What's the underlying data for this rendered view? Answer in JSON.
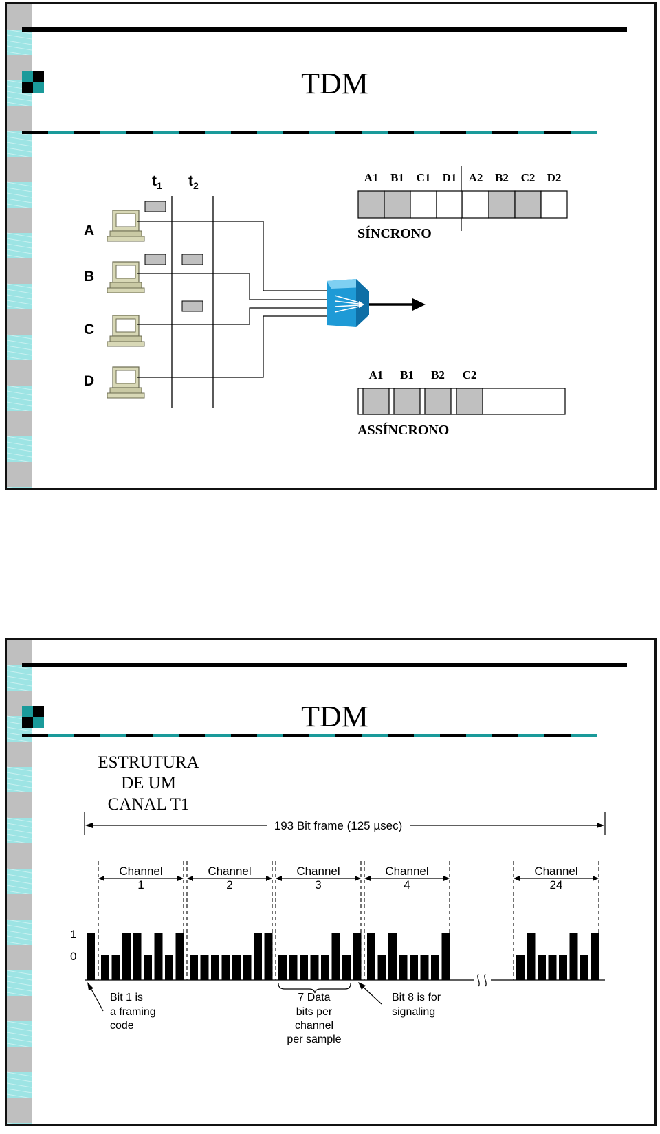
{
  "slide1": {
    "title": "TDM",
    "time_labels": [
      {
        "base": "t",
        "sub": "1"
      },
      {
        "base": "t",
        "sub": "2"
      }
    ],
    "stations": [
      "A",
      "B",
      "C",
      "D"
    ],
    "sync": {
      "slots": [
        "A1",
        "B1",
        "C1",
        "D1",
        "A2",
        "B2",
        "C2",
        "D2"
      ],
      "filled": [
        true,
        true,
        false,
        false,
        false,
        true,
        true,
        false
      ],
      "label": "SÍNCRONO"
    },
    "async": {
      "slots": [
        "A1",
        "B1",
        "B2",
        "C2"
      ],
      "label": "ASSÍNCRONO"
    },
    "colors": {
      "cell_fill": "#c0c0c0",
      "mux_blue": "#1e9ad6",
      "accent_teal": "#1a9a9a"
    },
    "icons": [
      "computer-icon",
      "multiplexer-icon",
      "arrow-right-icon",
      "slide-bullet-icon"
    ]
  },
  "slide2": {
    "title": "TDM",
    "structure_label": [
      "ESTRUTURA",
      "DE UM",
      "CANAL T1"
    ],
    "frame_label": "193 Bit frame  (125 µsec)",
    "channels": [
      {
        "word": "Channel",
        "num": "1"
      },
      {
        "word": "Channel",
        "num": "2"
      },
      {
        "word": "Channel",
        "num": "3"
      },
      {
        "word": "Channel",
        "num": "4"
      },
      {
        "word": "Channel",
        "num": "24"
      }
    ],
    "level_labels": [
      "1",
      "0"
    ],
    "bits": {
      "framing": 1,
      "channels": [
        [
          0,
          0,
          1,
          1,
          0,
          1,
          0,
          1
        ],
        [
          0,
          0,
          0,
          0,
          0,
          0,
          1,
          1
        ],
        [
          0,
          0,
          0,
          0,
          0,
          1,
          0,
          1
        ],
        [
          1,
          0,
          1,
          0,
          0,
          0,
          0,
          1
        ],
        [
          0,
          1,
          0,
          0,
          0,
          1,
          0,
          1
        ]
      ]
    },
    "annotations": {
      "framing": [
        "Bit 1 is",
        "a framing",
        "code"
      ],
      "data": [
        "7 Data",
        "bits per",
        "channel",
        "per sample"
      ],
      "signaling": [
        "Bit 8 is for",
        "signaling"
      ]
    }
  }
}
